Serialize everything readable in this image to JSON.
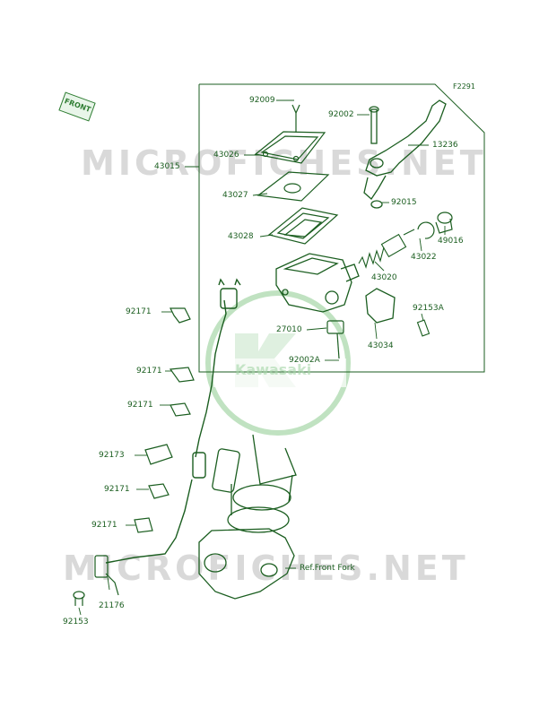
{
  "diagram": {
    "code": "F2291",
    "orientation_label": "FRONT",
    "watermark_top": "MICROFICHES.NET",
    "watermark_bottom": "MICROFICHES.NET",
    "logo_text": "Kawasaki",
    "reference_label": "Ref.Front Fork",
    "parts": {
      "p92009": "92009",
      "p92002": "92002",
      "p13236": "13236",
      "p43015": "43015",
      "p43026": "43026",
      "p43027": "43027",
      "p92015": "92015",
      "p43028": "43028",
      "p49016": "49016",
      "p43022": "43022",
      "p43020": "43020",
      "p92153A": "92153A",
      "p27010": "27010",
      "p43034": "43034",
      "p92002A": "92002A",
      "p92171a": "92171",
      "p92171b": "92171",
      "p92171c": "92171",
      "p92173": "92173",
      "p92171d": "92171",
      "p92171e": "92171",
      "p21176": "21176",
      "p92153": "92153"
    },
    "colors": {
      "line": "#1b5e20",
      "watermark": "#d9d9d9"
    }
  }
}
